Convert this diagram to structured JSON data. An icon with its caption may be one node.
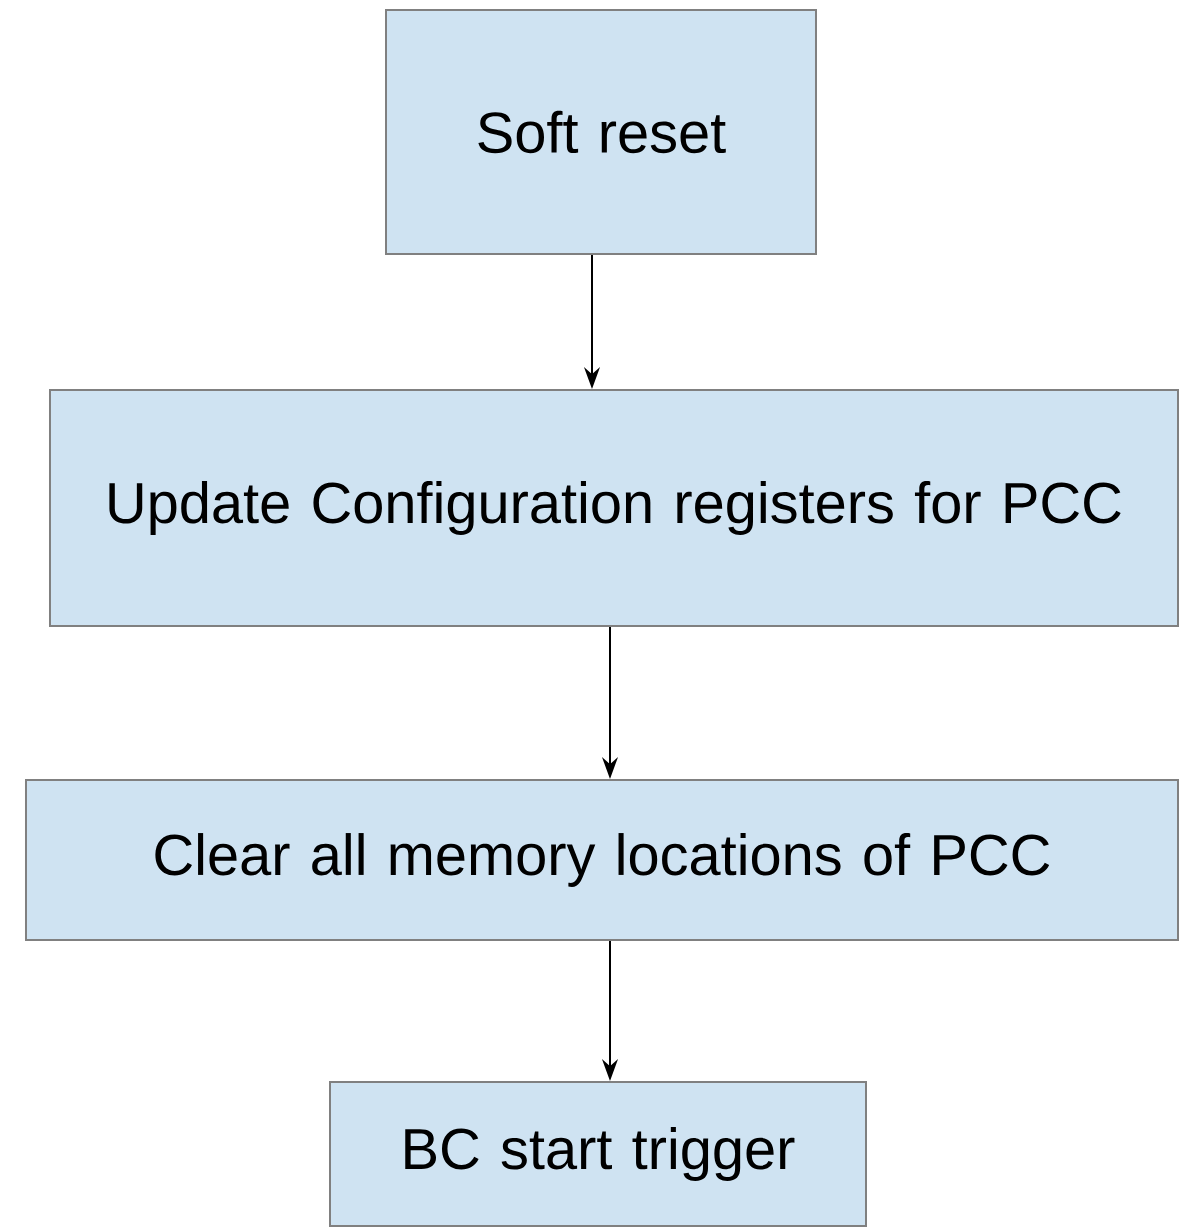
{
  "diagram": {
    "nodes": [
      {
        "text": [
          "Soft reset"
        ]
      },
      {
        "text": [
          "Update Configuration registers for PCC"
        ]
      },
      {
        "text": [
          "Clear all memory locations of PCC"
        ]
      },
      {
        "text": [
          "BC start trigger"
        ]
      }
    ],
    "edges": [
      {
        "from": 0,
        "to": 1,
        "arrow": "to"
      },
      {
        "from": 1,
        "to": 2,
        "arrow": "to"
      },
      {
        "from": 2,
        "to": 3,
        "arrow": "to"
      }
    ]
  }
}
